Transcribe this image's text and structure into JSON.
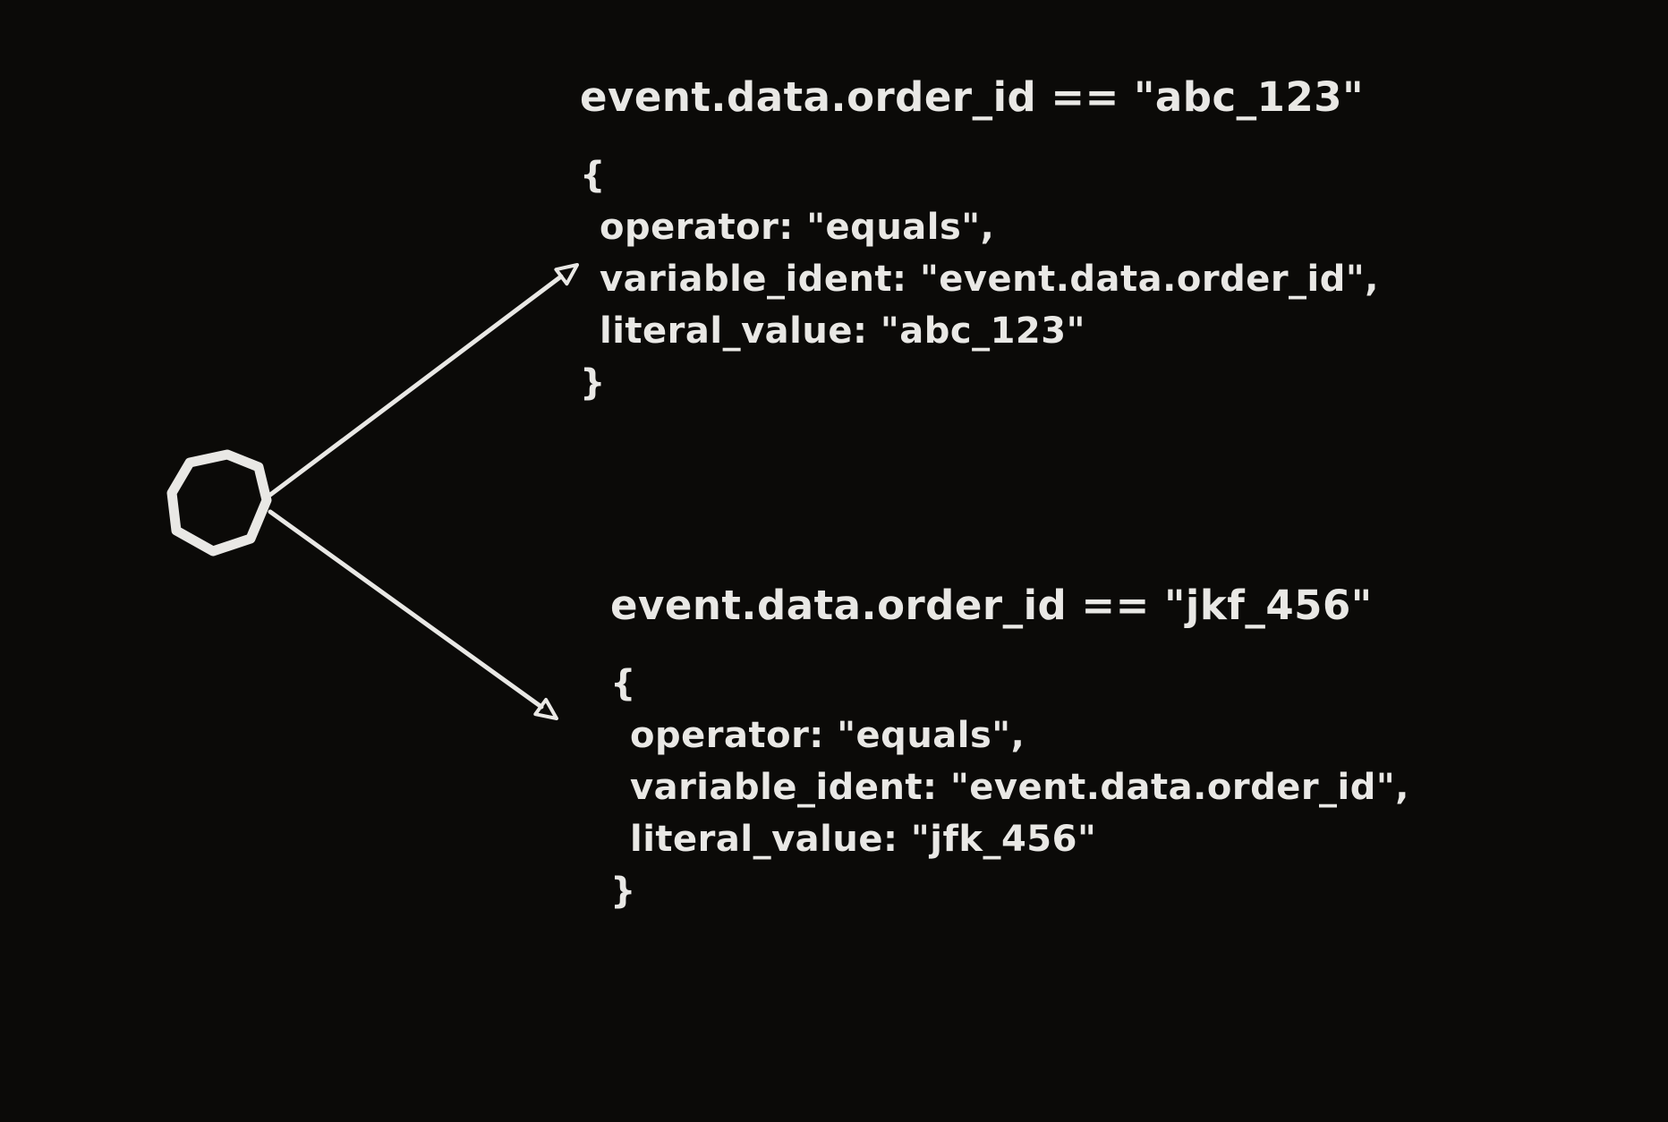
{
  "canvas": {
    "background_color": "#0b0a08",
    "ink_color": "#e9e8e5"
  },
  "node": {
    "icon": "circle-node",
    "label": ""
  },
  "branches": [
    {
      "title": "event.data.order_id == \"abc_123\"",
      "lines": [
        "{",
        "operator: \"equals\",",
        "variable_ident: \"event.data.order_id\",",
        "literal_value: \"abc_123\"",
        "}"
      ]
    },
    {
      "title": "event.data.order_id == \"jkf_456\"",
      "lines": [
        "{",
        "operator: \"equals\",",
        "variable_ident: \"event.data.order_id\",",
        "literal_value: \"jfk_456\"",
        "}"
      ]
    }
  ]
}
